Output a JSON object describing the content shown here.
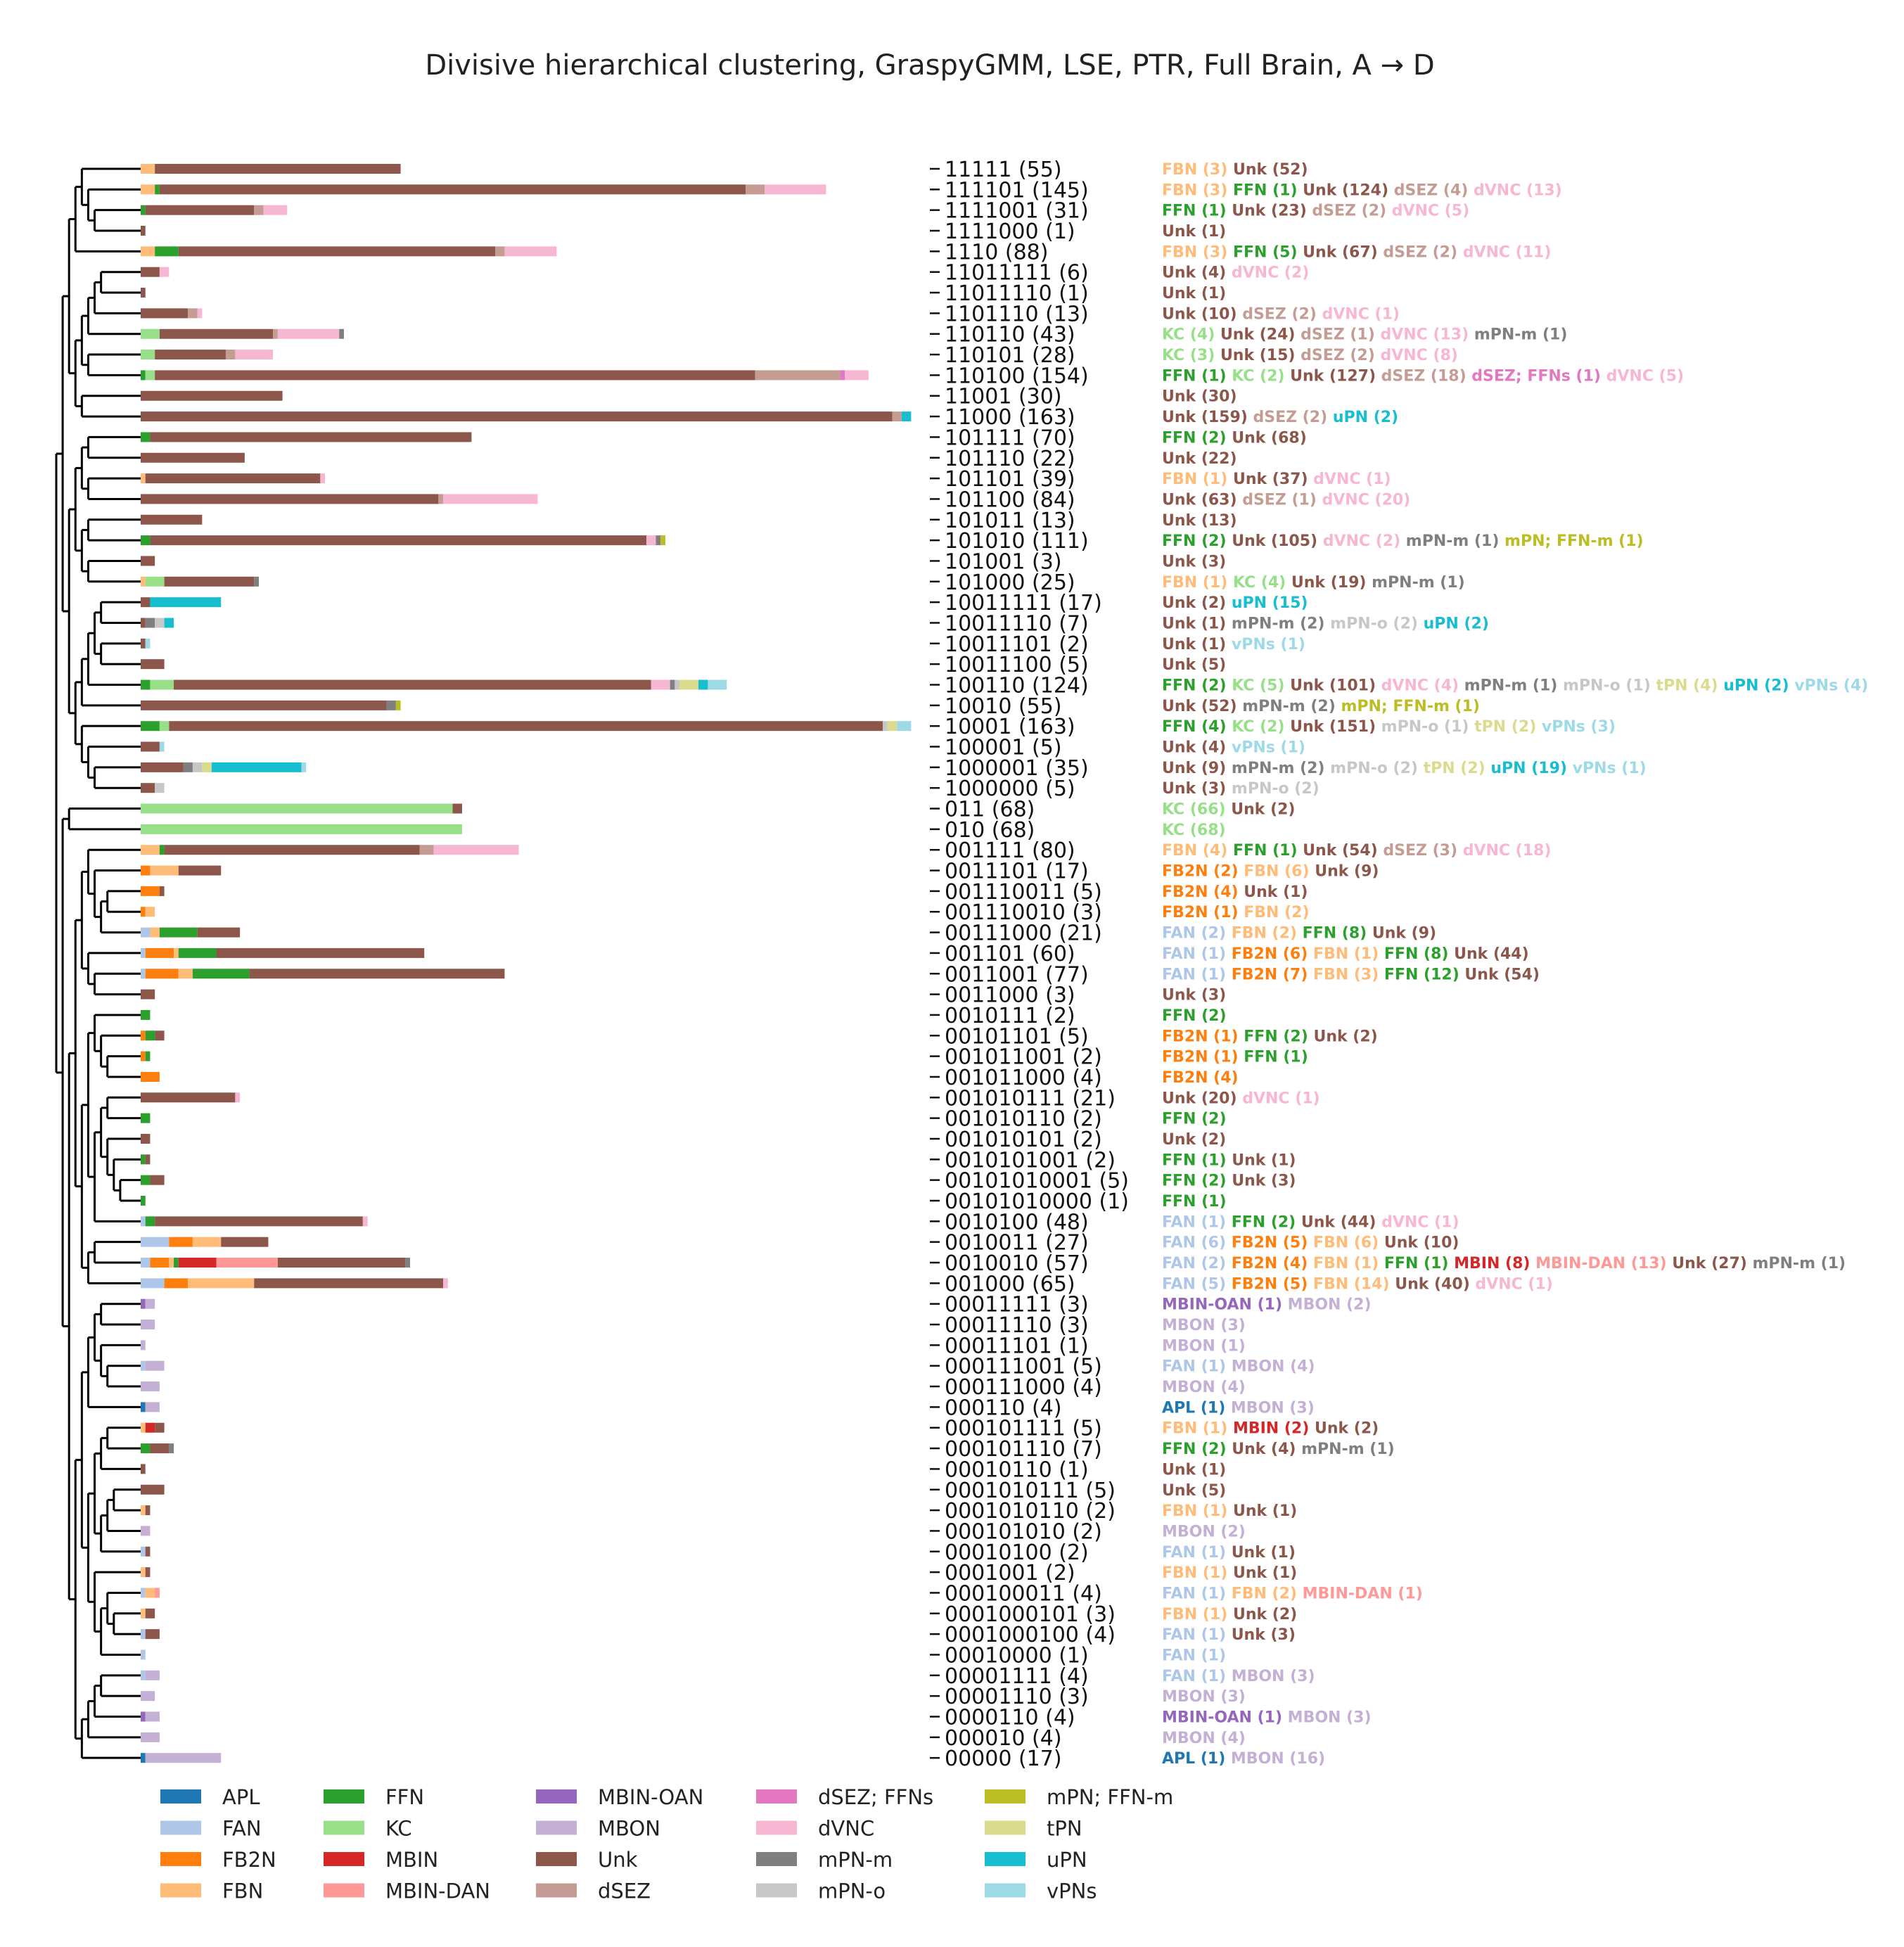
{
  "chart_data": {
    "type": "bar",
    "subtype": "stacked horizontal bars with dendrogram",
    "title": "Divisive hierarchical clustering, GraspyGMM, LSE, PTR, Full Brain, A → D",
    "legend_position": "bottom",
    "grid": false,
    "category_colors": {
      "APL": "#1f77b4",
      "FAN": "#aec7e8",
      "FB2N": "#ff7f0e",
      "FBN": "#ffbb78",
      "FFN": "#2ca02c",
      "KC": "#98df8a",
      "MBIN": "#d62728",
      "MBIN-DAN": "#ff9896",
      "MBIN-OAN": "#9467bd",
      "MBON": "#c5b0d5",
      "Unk": "#8c564b",
      "dSEZ": "#c49c94",
      "dSEZ; FFNs": "#e377c2",
      "dVNC": "#f7b6d2",
      "mPN-m": "#7f7f7f",
      "mPN-o": "#c7c7c7",
      "mPN; FFN-m": "#bcbd22",
      "tPN": "#dbdb8d",
      "uPN": "#17becf",
      "vPNs": "#9edae5"
    },
    "legend_order": [
      "APL",
      "FAN",
      "FB2N",
      "FBN",
      "FFN",
      "KC",
      "MBIN",
      "MBIN-DAN",
      "MBIN-OAN",
      "MBON",
      "Unk",
      "dSEZ",
      "dSEZ; FFNs",
      "dVNC",
      "mPN-m",
      "mPN-o",
      "mPN; FFN-m",
      "tPN",
      "uPN",
      "vPNs"
    ],
    "clusters": [
      {
        "label": "11111 (55)",
        "parts": [
          [
            "FBN",
            3
          ],
          [
            "Unk",
            52
          ]
        ]
      },
      {
        "label": "111101 (145)",
        "parts": [
          [
            "FBN",
            3
          ],
          [
            "FFN",
            1
          ],
          [
            "Unk",
            124
          ],
          [
            "dSEZ",
            4
          ],
          [
            "dVNC",
            13
          ]
        ]
      },
      {
        "label": "1111001 (31)",
        "parts": [
          [
            "FFN",
            1
          ],
          [
            "Unk",
            23
          ],
          [
            "dSEZ",
            2
          ],
          [
            "dVNC",
            5
          ]
        ]
      },
      {
        "label": "1111000 (1)",
        "parts": [
          [
            "Unk",
            1
          ]
        ]
      },
      {
        "label": "1110 (88)",
        "parts": [
          [
            "FBN",
            3
          ],
          [
            "FFN",
            5
          ],
          [
            "Unk",
            67
          ],
          [
            "dSEZ",
            2
          ],
          [
            "dVNC",
            11
          ]
        ]
      },
      {
        "label": "11011111 (6)",
        "parts": [
          [
            "Unk",
            4
          ],
          [
            "dVNC",
            2
          ]
        ]
      },
      {
        "label": "11011110 (1)",
        "parts": [
          [
            "Unk",
            1
          ]
        ]
      },
      {
        "label": "1101110 (13)",
        "parts": [
          [
            "Unk",
            10
          ],
          [
            "dSEZ",
            2
          ],
          [
            "dVNC",
            1
          ]
        ]
      },
      {
        "label": "110110 (43)",
        "parts": [
          [
            "KC",
            4
          ],
          [
            "Unk",
            24
          ],
          [
            "dSEZ",
            1
          ],
          [
            "dVNC",
            13
          ],
          [
            "mPN-m",
            1
          ]
        ]
      },
      {
        "label": "110101 (28)",
        "parts": [
          [
            "KC",
            3
          ],
          [
            "Unk",
            15
          ],
          [
            "dSEZ",
            2
          ],
          [
            "dVNC",
            8
          ]
        ]
      },
      {
        "label": "110100 (154)",
        "parts": [
          [
            "FFN",
            1
          ],
          [
            "KC",
            2
          ],
          [
            "Unk",
            127
          ],
          [
            "dSEZ",
            18
          ],
          [
            "dSEZ; FFNs",
            1
          ],
          [
            "dVNC",
            5
          ]
        ]
      },
      {
        "label": "11001 (30)",
        "parts": [
          [
            "Unk",
            30
          ]
        ]
      },
      {
        "label": "11000 (163)",
        "parts": [
          [
            "Unk",
            159
          ],
          [
            "dSEZ",
            2
          ],
          [
            "uPN",
            2
          ]
        ]
      },
      {
        "label": "101111 (70)",
        "parts": [
          [
            "FFN",
            2
          ],
          [
            "Unk",
            68
          ]
        ]
      },
      {
        "label": "101110 (22)",
        "parts": [
          [
            "Unk",
            22
          ]
        ]
      },
      {
        "label": "101101 (39)",
        "parts": [
          [
            "FBN",
            1
          ],
          [
            "Unk",
            37
          ],
          [
            "dVNC",
            1
          ]
        ]
      },
      {
        "label": "101100 (84)",
        "parts": [
          [
            "Unk",
            63
          ],
          [
            "dSEZ",
            1
          ],
          [
            "dVNC",
            20
          ]
        ]
      },
      {
        "label": "101011 (13)",
        "parts": [
          [
            "Unk",
            13
          ]
        ]
      },
      {
        "label": "101010 (111)",
        "parts": [
          [
            "FFN",
            2
          ],
          [
            "Unk",
            105
          ],
          [
            "dVNC",
            2
          ],
          [
            "mPN-m",
            1
          ],
          [
            "mPN; FFN-m",
            1
          ]
        ]
      },
      {
        "label": "101001 (3)",
        "parts": [
          [
            "Unk",
            3
          ]
        ]
      },
      {
        "label": "101000 (25)",
        "parts": [
          [
            "FBN",
            1
          ],
          [
            "KC",
            4
          ],
          [
            "Unk",
            19
          ],
          [
            "mPN-m",
            1
          ]
        ]
      },
      {
        "label": "10011111 (17)",
        "parts": [
          [
            "Unk",
            2
          ],
          [
            "uPN",
            15
          ]
        ]
      },
      {
        "label": "10011110 (7)",
        "parts": [
          [
            "Unk",
            1
          ],
          [
            "mPN-m",
            2
          ],
          [
            "mPN-o",
            2
          ],
          [
            "uPN",
            2
          ]
        ]
      },
      {
        "label": "10011101 (2)",
        "parts": [
          [
            "Unk",
            1
          ],
          [
            "vPNs",
            1
          ]
        ]
      },
      {
        "label": "10011100 (5)",
        "parts": [
          [
            "Unk",
            5
          ]
        ]
      },
      {
        "label": "100110 (124)",
        "parts": [
          [
            "FFN",
            2
          ],
          [
            "KC",
            5
          ],
          [
            "Unk",
            101
          ],
          [
            "dVNC",
            4
          ],
          [
            "mPN-m",
            1
          ],
          [
            "mPN-o",
            1
          ],
          [
            "tPN",
            4
          ],
          [
            "uPN",
            2
          ],
          [
            "vPNs",
            4
          ]
        ]
      },
      {
        "label": "10010 (55)",
        "parts": [
          [
            "Unk",
            52
          ],
          [
            "mPN-m",
            2
          ],
          [
            "mPN; FFN-m",
            1
          ]
        ]
      },
      {
        "label": "10001 (163)",
        "parts": [
          [
            "FFN",
            4
          ],
          [
            "KC",
            2
          ],
          [
            "Unk",
            151
          ],
          [
            "mPN-o",
            1
          ],
          [
            "tPN",
            2
          ],
          [
            "vPNs",
            3
          ]
        ]
      },
      {
        "label": "100001 (5)",
        "parts": [
          [
            "Unk",
            4
          ],
          [
            "vPNs",
            1
          ]
        ]
      },
      {
        "label": "1000001 (35)",
        "parts": [
          [
            "Unk",
            9
          ],
          [
            "mPN-m",
            2
          ],
          [
            "mPN-o",
            2
          ],
          [
            "tPN",
            2
          ],
          [
            "uPN",
            19
          ],
          [
            "vPNs",
            1
          ]
        ]
      },
      {
        "label": "1000000 (5)",
        "parts": [
          [
            "Unk",
            3
          ],
          [
            "mPN-o",
            2
          ]
        ]
      },
      {
        "label": "011 (68)",
        "parts": [
          [
            "KC",
            66
          ],
          [
            "Unk",
            2
          ]
        ]
      },
      {
        "label": "010 (68)",
        "parts": [
          [
            "KC",
            68
          ]
        ]
      },
      {
        "label": "001111 (80)",
        "parts": [
          [
            "FBN",
            4
          ],
          [
            "FFN",
            1
          ],
          [
            "Unk",
            54
          ],
          [
            "dSEZ",
            3
          ],
          [
            "dVNC",
            18
          ]
        ]
      },
      {
        "label": "0011101 (17)",
        "parts": [
          [
            "FB2N",
            2
          ],
          [
            "FBN",
            6
          ],
          [
            "Unk",
            9
          ]
        ]
      },
      {
        "label": "001110011 (5)",
        "parts": [
          [
            "FB2N",
            4
          ],
          [
            "Unk",
            1
          ]
        ]
      },
      {
        "label": "001110010 (3)",
        "parts": [
          [
            "FB2N",
            1
          ],
          [
            "FBN",
            2
          ]
        ]
      },
      {
        "label": "00111000 (21)",
        "parts": [
          [
            "FAN",
            2
          ],
          [
            "FBN",
            2
          ],
          [
            "FFN",
            8
          ],
          [
            "Unk",
            9
          ]
        ]
      },
      {
        "label": "001101 (60)",
        "parts": [
          [
            "FAN",
            1
          ],
          [
            "FB2N",
            6
          ],
          [
            "FBN",
            1
          ],
          [
            "FFN",
            8
          ],
          [
            "Unk",
            44
          ]
        ]
      },
      {
        "label": "0011001 (77)",
        "parts": [
          [
            "FAN",
            1
          ],
          [
            "FB2N",
            7
          ],
          [
            "FBN",
            3
          ],
          [
            "FFN",
            12
          ],
          [
            "Unk",
            54
          ]
        ]
      },
      {
        "label": "0011000 (3)",
        "parts": [
          [
            "Unk",
            3
          ]
        ]
      },
      {
        "label": "0010111 (2)",
        "parts": [
          [
            "FFN",
            2
          ]
        ]
      },
      {
        "label": "00101101 (5)",
        "parts": [
          [
            "FB2N",
            1
          ],
          [
            "FFN",
            2
          ],
          [
            "Unk",
            2
          ]
        ]
      },
      {
        "label": "001011001 (2)",
        "parts": [
          [
            "FB2N",
            1
          ],
          [
            "FFN",
            1
          ]
        ]
      },
      {
        "label": "001011000 (4)",
        "parts": [
          [
            "FB2N",
            4
          ]
        ]
      },
      {
        "label": "001010111 (21)",
        "parts": [
          [
            "Unk",
            20
          ],
          [
            "dVNC",
            1
          ]
        ]
      },
      {
        "label": "001010110 (2)",
        "parts": [
          [
            "FFN",
            2
          ]
        ]
      },
      {
        "label": "001010101 (2)",
        "parts": [
          [
            "Unk",
            2
          ]
        ]
      },
      {
        "label": "0010101001 (2)",
        "parts": [
          [
            "FFN",
            1
          ],
          [
            "Unk",
            1
          ]
        ]
      },
      {
        "label": "00101010001 (5)",
        "parts": [
          [
            "FFN",
            2
          ],
          [
            "Unk",
            3
          ]
        ]
      },
      {
        "label": "00101010000 (1)",
        "parts": [
          [
            "FFN",
            1
          ]
        ]
      },
      {
        "label": "0010100 (48)",
        "parts": [
          [
            "FAN",
            1
          ],
          [
            "FFN",
            2
          ],
          [
            "Unk",
            44
          ],
          [
            "dVNC",
            1
          ]
        ]
      },
      {
        "label": "0010011 (27)",
        "parts": [
          [
            "FAN",
            6
          ],
          [
            "FB2N",
            5
          ],
          [
            "FBN",
            6
          ],
          [
            "Unk",
            10
          ]
        ]
      },
      {
        "label": "0010010 (57)",
        "parts": [
          [
            "FAN",
            2
          ],
          [
            "FB2N",
            4
          ],
          [
            "FBN",
            1
          ],
          [
            "FFN",
            1
          ],
          [
            "MBIN",
            8
          ],
          [
            "MBIN-DAN",
            13
          ],
          [
            "Unk",
            27
          ],
          [
            "mPN-m",
            1
          ]
        ]
      },
      {
        "label": "001000 (65)",
        "parts": [
          [
            "FAN",
            5
          ],
          [
            "FB2N",
            5
          ],
          [
            "FBN",
            14
          ],
          [
            "Unk",
            40
          ],
          [
            "dVNC",
            1
          ]
        ]
      },
      {
        "label": "00011111 (3)",
        "parts": [
          [
            "MBIN-OAN",
            1
          ],
          [
            "MBON",
            2
          ]
        ]
      },
      {
        "label": "00011110 (3)",
        "parts": [
          [
            "MBON",
            3
          ]
        ]
      },
      {
        "label": "00011101 (1)",
        "parts": [
          [
            "MBON",
            1
          ]
        ]
      },
      {
        "label": "000111001 (5)",
        "parts": [
          [
            "FAN",
            1
          ],
          [
            "MBON",
            4
          ]
        ]
      },
      {
        "label": "000111000 (4)",
        "parts": [
          [
            "MBON",
            4
          ]
        ]
      },
      {
        "label": "000110 (4)",
        "parts": [
          [
            "APL",
            1
          ],
          [
            "MBON",
            3
          ]
        ]
      },
      {
        "label": "000101111 (5)",
        "parts": [
          [
            "FBN",
            1
          ],
          [
            "MBIN",
            2
          ],
          [
            "Unk",
            2
          ]
        ]
      },
      {
        "label": "000101110 (7)",
        "parts": [
          [
            "FFN",
            2
          ],
          [
            "Unk",
            4
          ],
          [
            "mPN-m",
            1
          ]
        ]
      },
      {
        "label": "00010110 (1)",
        "parts": [
          [
            "Unk",
            1
          ]
        ]
      },
      {
        "label": "0001010111 (5)",
        "parts": [
          [
            "Unk",
            5
          ]
        ]
      },
      {
        "label": "0001010110 (2)",
        "parts": [
          [
            "FBN",
            1
          ],
          [
            "Unk",
            1
          ]
        ]
      },
      {
        "label": "000101010 (2)",
        "parts": [
          [
            "MBON",
            2
          ]
        ]
      },
      {
        "label": "00010100 (2)",
        "parts": [
          [
            "FAN",
            1
          ],
          [
            "Unk",
            1
          ]
        ]
      },
      {
        "label": "0001001 (2)",
        "parts": [
          [
            "FBN",
            1
          ],
          [
            "Unk",
            1
          ]
        ]
      },
      {
        "label": "000100011 (4)",
        "parts": [
          [
            "FAN",
            1
          ],
          [
            "FBN",
            2
          ],
          [
            "MBIN-DAN",
            1
          ]
        ]
      },
      {
        "label": "0001000101 (3)",
        "parts": [
          [
            "FBN",
            1
          ],
          [
            "Unk",
            2
          ]
        ]
      },
      {
        "label": "0001000100 (4)",
        "parts": [
          [
            "FAN",
            1
          ],
          [
            "Unk",
            3
          ]
        ]
      },
      {
        "label": "00010000 (1)",
        "parts": [
          [
            "FAN",
            1
          ]
        ]
      },
      {
        "label": "00001111 (4)",
        "parts": [
          [
            "FAN",
            1
          ],
          [
            "MBON",
            3
          ]
        ]
      },
      {
        "label": "00001110 (3)",
        "parts": [
          [
            "MBON",
            3
          ]
        ]
      },
      {
        "label": "0000110 (4)",
        "parts": [
          [
            "MBIN-OAN",
            1
          ],
          [
            "MBON",
            3
          ]
        ]
      },
      {
        "label": "000010 (4)",
        "parts": [
          [
            "MBON",
            4
          ]
        ]
      },
      {
        "label": "00000 (17)",
        "parts": [
          [
            "APL",
            1
          ],
          [
            "MBON",
            16
          ]
        ]
      }
    ]
  }
}
